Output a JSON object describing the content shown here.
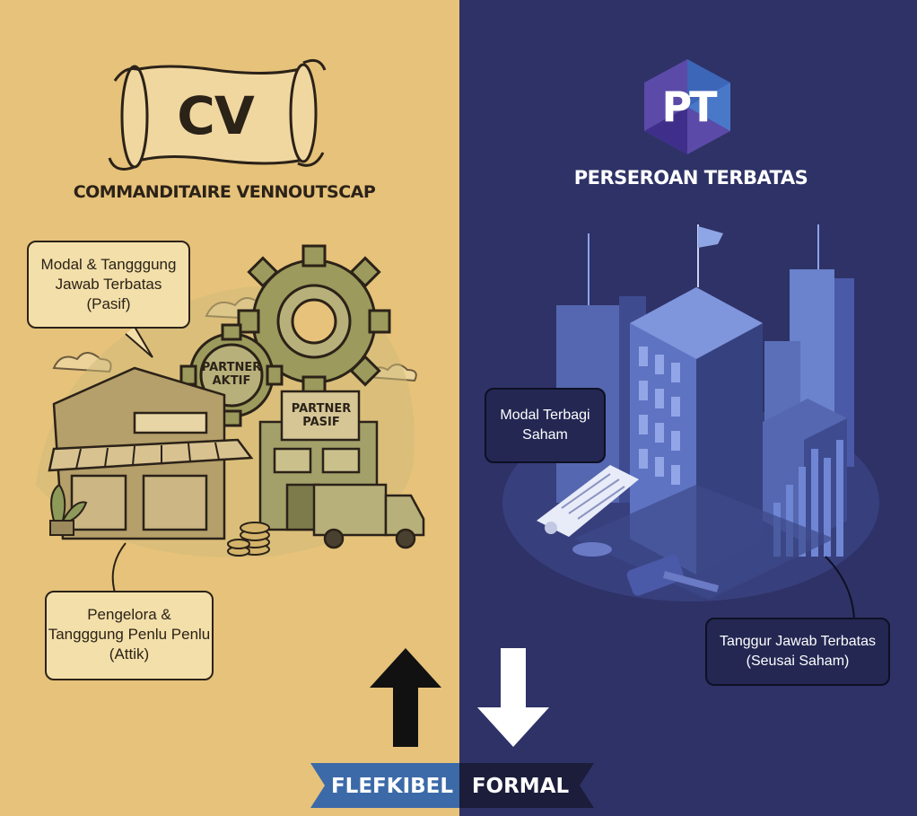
{
  "left_panel": {
    "logo_text": "CV",
    "subtitle": "COMMANDITAIRE VENNOUTSCAP",
    "callout_top": "Modal & Tangggung\nJawab Terbatas\n(Pasif)",
    "callout_bottom": "Pengelora &\nTangggung Penlu Penlu\n(Attik)",
    "gear_partner_aktif": "PARTNER\nAKTIF",
    "gear_partner_pasif": "PARTNER\nPASIF",
    "arrow_direction": "up",
    "colors": {
      "background": "#e6c27a",
      "ink": "#2b2218"
    }
  },
  "right_panel": {
    "logo_text": "PT",
    "subtitle": "PERSEROAN TERBATAS",
    "callout_top": "Modal Terbagi\nSaham",
    "callout_bottom": "Tanggur Jawab Terbatas\n(Seusai Saham)",
    "arrow_direction": "down",
    "colors": {
      "background": "#2e3266",
      "accent": "#3f4fa0"
    }
  },
  "ribbon": {
    "left_label": "FLEFKIBEL",
    "right_label": "FORMAL",
    "colors": {
      "left": "#3c6aa8",
      "right": "#1b1d3a"
    }
  }
}
